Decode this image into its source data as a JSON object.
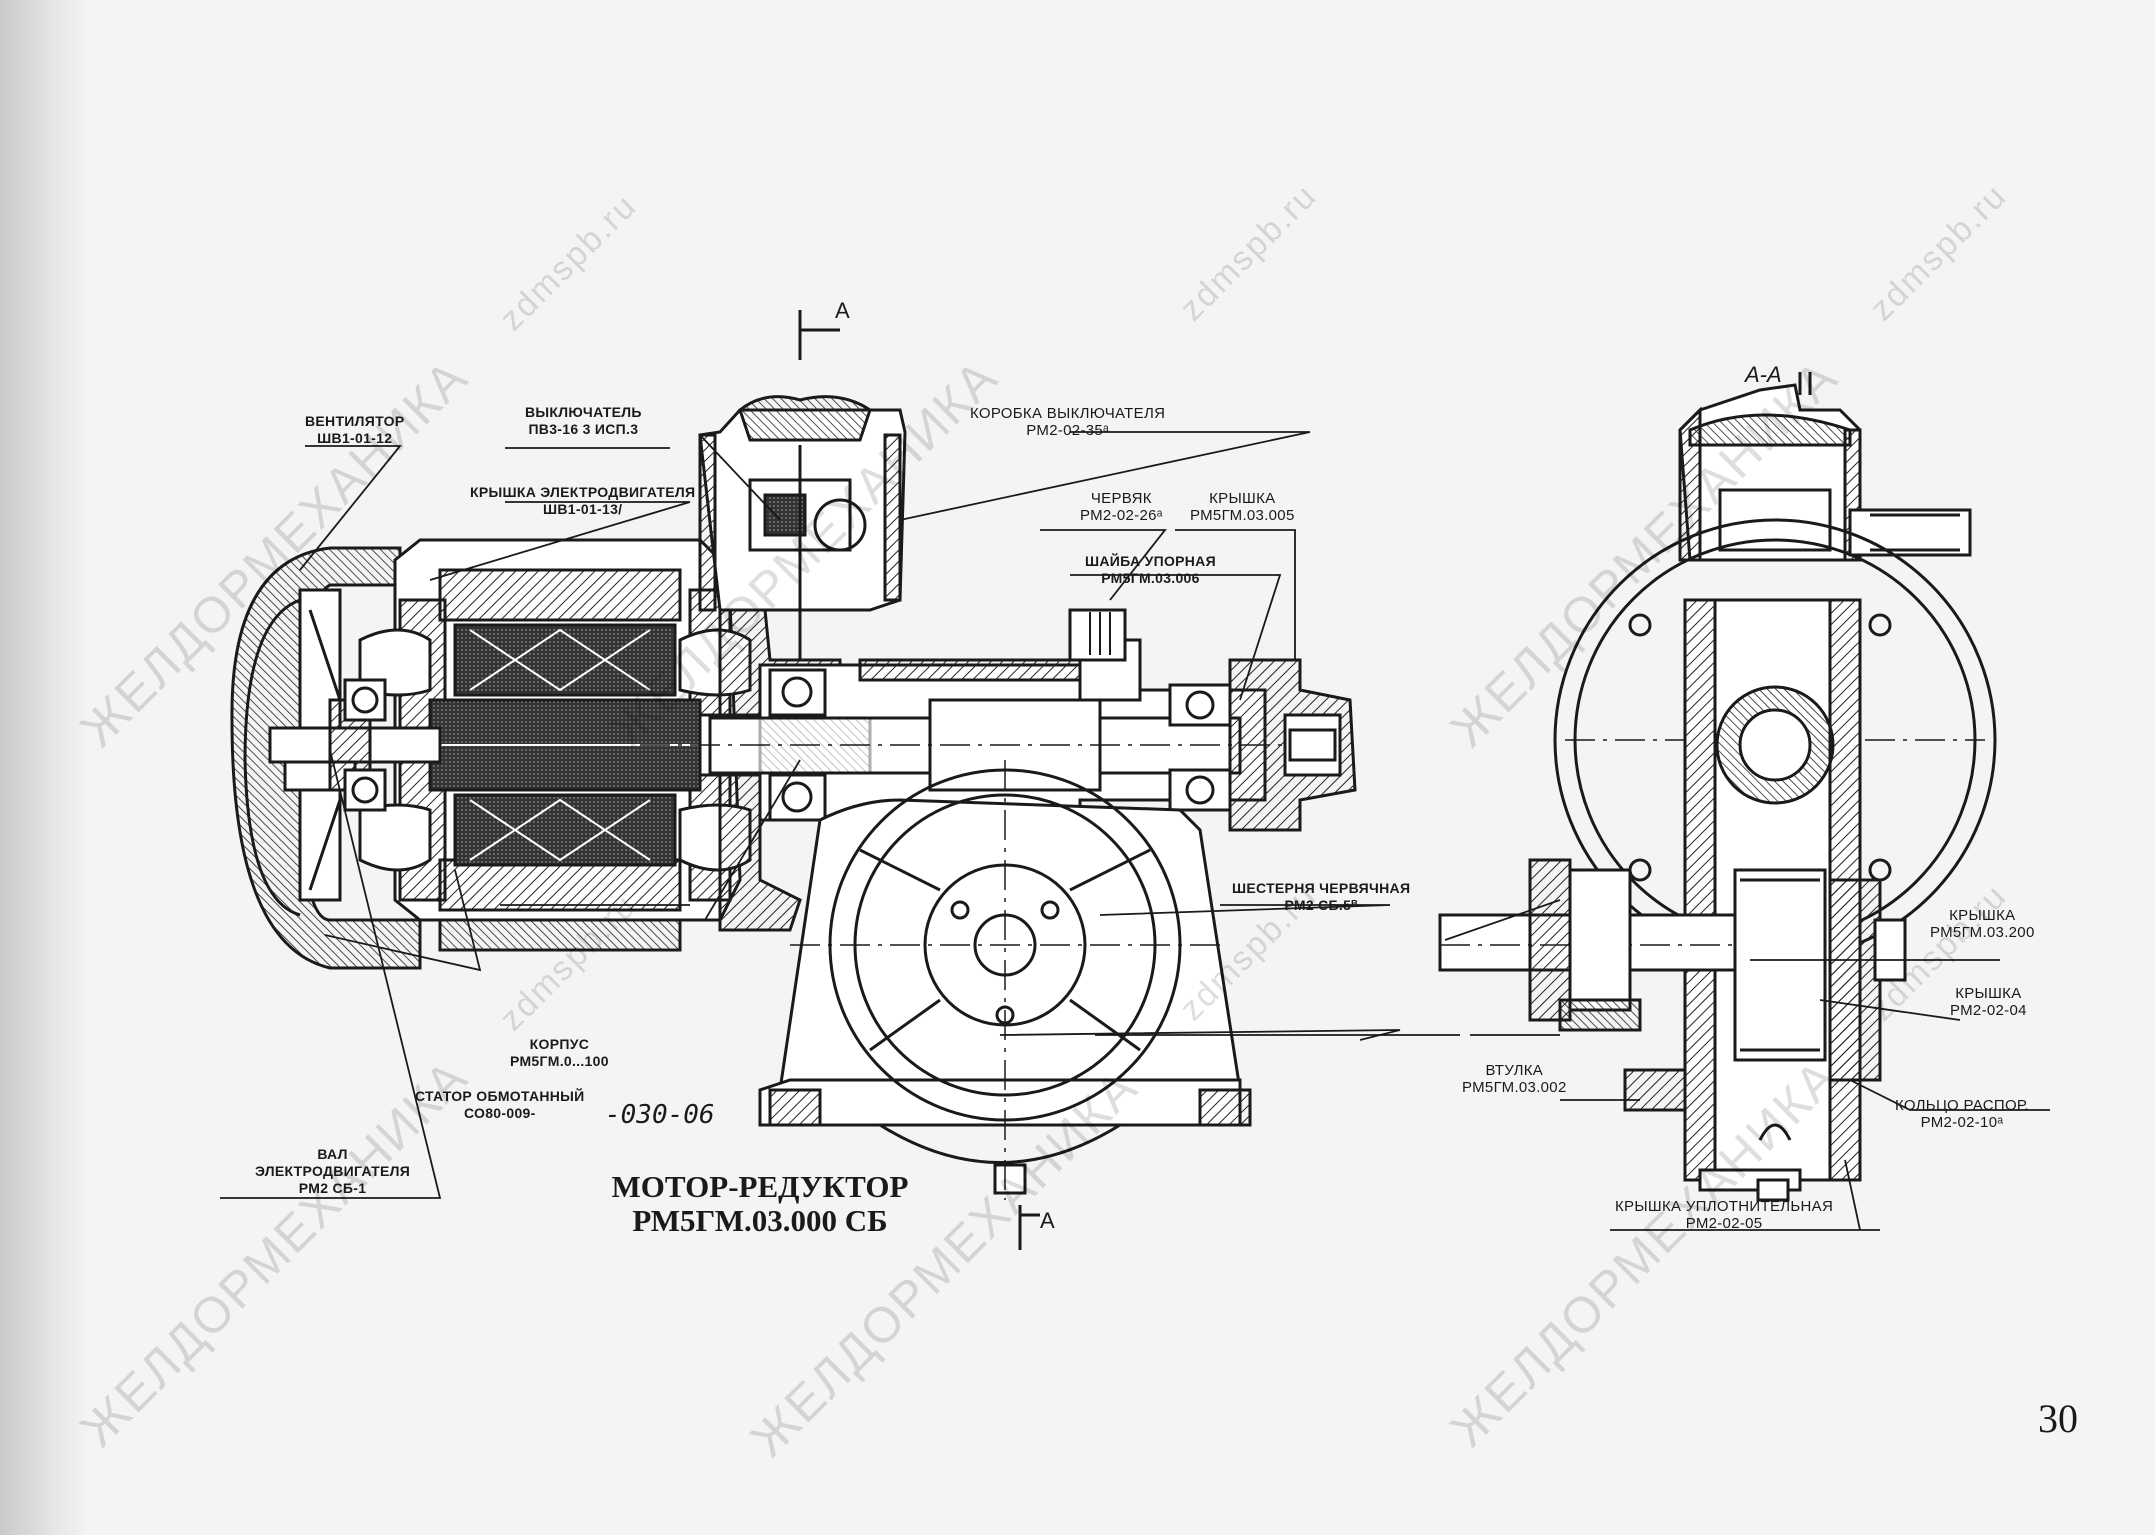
{
  "title": {
    "line1": "МОТОР-РЕДУКТОР",
    "line2": "РМ5ГМ.03.000 СБ"
  },
  "page_number": "30",
  "handwritten_note": "-030-06",
  "section_marks": {
    "top": "А",
    "bottom": "А",
    "view": "А-А"
  },
  "labels": {
    "fan": {
      "name": "ВЕНТИЛЯТОР",
      "code": "ШВ1-01-12"
    },
    "switch": {
      "name": "ВЫКЛЮЧАТЕЛЬ",
      "code": "ПВ3-16  3 ИСП.3"
    },
    "motor_cover": {
      "name": "КРЫШКА ЭЛЕКТРОДВИГАТЕЛЯ",
      "code": "ШВ1-01-13/"
    },
    "switch_box": {
      "name": "КОРОБКА ВЫКЛЮЧАТЕЛЯ",
      "code": "РМ2-02-35ᵃ"
    },
    "worm": {
      "name": "ЧЕРВЯК",
      "code": "РМ2-02-26ᵃ"
    },
    "cover_1": {
      "name": "КРЫШКА",
      "code": "РМ5ГМ.03.005"
    },
    "thrust_washer": {
      "name": "ШАЙБА УПОРНАЯ",
      "code": "РМ5ГМ.03.006"
    },
    "worm_gear": {
      "name": "ШЕСТЕРНЯ ЧЕРВЯЧНАЯ",
      "code": "РМ2 СБ.5ᴮ"
    },
    "housing": {
      "name": "КОРПУС",
      "code": "РМ5ГМ.0...100"
    },
    "stator": {
      "name": "СТАТОР ОБМОТАННЫЙ",
      "code": "СО80-009-"
    },
    "motor_shaft": {
      "name1": "ВАЛ",
      "name2": "ЭЛЕКТРОДВИГАТЕЛЯ",
      "code": "РМ2 СБ-1"
    },
    "cover_200": {
      "name": "КРЫШКА",
      "code": "РМ5ГМ.03.200"
    },
    "cover_04": {
      "name": "КРЫШКА",
      "code": "РМ2-02-04"
    },
    "bushing": {
      "name": "ВТУЛКА",
      "code": "РМ5ГМ.03.002"
    },
    "spacer_ring": {
      "name": "КОЛЬЦО РАСПОР.",
      "code": "РМ2-02-10ᵃ"
    },
    "seal_cover": {
      "name": "КРЫШКА УПЛОТНИТЕЛЬНАЯ",
      "code": "РМ2-02-05"
    }
  },
  "watermarks": {
    "brand": "ЖЕЛДОРМЕХАНИКА",
    "site": "zdmspb.ru"
  }
}
